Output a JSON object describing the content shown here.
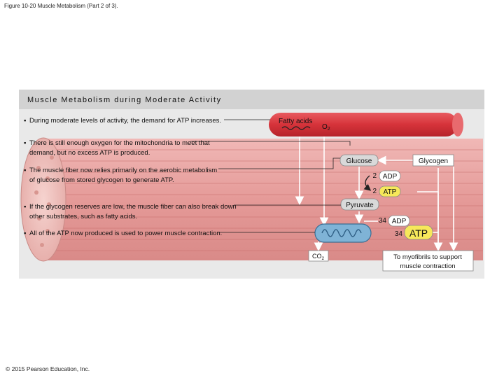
{
  "figure_caption": "Figure 10-20 Muscle Metabolism (Part 2 of 3).",
  "panel": {
    "title": "Muscle Metabolism during Moderate Activity",
    "bullets": [
      "During moderate levels of activity, the demand for ATP increases.",
      "There is still enough oxygen for the mitochondria to meet that demand, but no excess ATP is produced.",
      "The muscle fiber now relies primarily on the aerobic metabolism of glucose from stored glycogen to generate ATP.",
      "If the glycogen reserves are low, the muscle fiber can also break down other substrates, such as fatty acids.",
      "All of the ATP now produced is used to power muscle contraction."
    ]
  },
  "diagram": {
    "fatty_acids": "Fatty acids",
    "o2": "O",
    "o2_sub": "2",
    "glucose": "Glucose",
    "glycogen": "Glycogen",
    "adp_count_1": "2",
    "adp_1": "ADP",
    "atp_count_1": "2",
    "atp_1": "ATP",
    "pyruvate": "Pyruvate",
    "adp_count_2": "34",
    "adp_2": "ADP",
    "atp_count_2": "34",
    "atp_2": "ATP",
    "co2": "CO",
    "co2_sub": "2",
    "myofibrils_line1": "To myofibrils to support",
    "myofibrils_line2": "muscle contraction",
    "colors": {
      "muscle": "#e8a6a4",
      "muscle_stripe": "#c9706e",
      "vessel": "#d6333a",
      "mitochondrion": "#7fb3d6",
      "atp_yellow": "#f7e85a",
      "label_gray": "#d9d9d9"
    }
  },
  "copyright": "© 2015 Pearson Education, Inc."
}
